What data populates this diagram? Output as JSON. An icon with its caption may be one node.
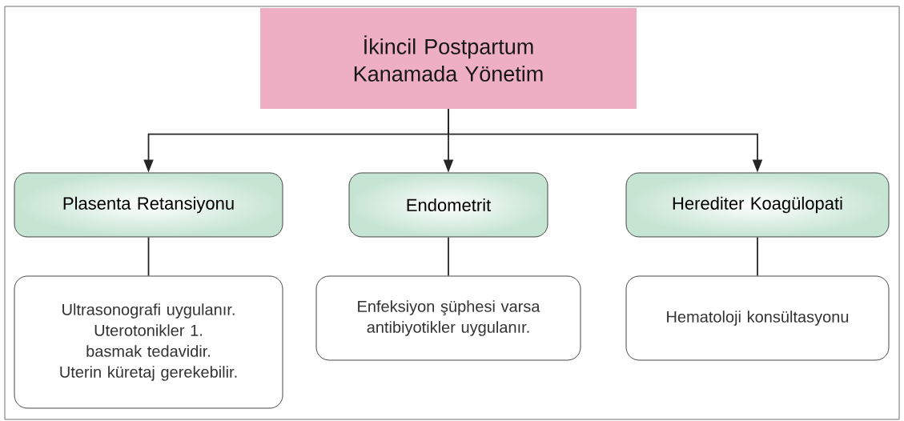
{
  "diagram": {
    "nodes": [
      {
        "text": [
          "İkincil Postpartum Kanamada Yönetim"
        ]
      },
      {
        "text": [
          "Plasenta Retansiyonu"
        ]
      },
      {
        "text": [
          "Endometrit"
        ]
      },
      {
        "text": [
          "Herediter Koagülopati"
        ]
      },
      {
        "text": [
          "Ultrasonografi uygulanır.",
          "Uterotonikler 1. basmak tedavidir.",
          "Uterin küretaj gerekebilir."
        ]
      },
      {
        "text": [
          "Enfeksiyon şüphesi varsa antibiyotikler uygulanır."
        ]
      },
      {
        "text": [
          "Hematoloji konsültasyonu"
        ]
      }
    ],
    "edges": [
      {
        "from": 0,
        "to": 1,
        "arrow": "to"
      },
      {
        "from": 0,
        "to": 2,
        "arrow": "to"
      },
      {
        "from": 0,
        "to": 3,
        "arrow": "to"
      },
      {
        "from": 1,
        "to": 4,
        "arrow": "none"
      },
      {
        "from": 2,
        "to": 5,
        "arrow": "none"
      },
      {
        "from": 3,
        "to": 6,
        "arrow": "none"
      }
    ]
  }
}
